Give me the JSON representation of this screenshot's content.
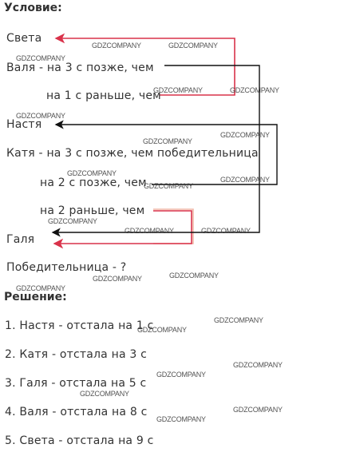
{
  "condition": {
    "heading": "Условие:",
    "lines": [
      "Света",
      "Валя - на 3 с позже, чем",
      "на 1 с раньше, чем",
      "Настя",
      "Катя - на 3 с позже, чем победительница",
      "на 2 с позже, чем",
      "на 2 раньше, чем",
      "Галя",
      "Победительница - ?"
    ]
  },
  "solution": {
    "heading": "Решение:",
    "lines": [
      "1. Настя - отстала на 1 с",
      "2. Катя - отстала на 3 с",
      "3. Галя - отстала на 5 с",
      "4. Валя - отстала на 8 с",
      "5. Света - отстала на 9 с"
    ]
  },
  "watermark": "GDZCOMPANY",
  "colors": {
    "red_arrow": "#d9324a",
    "black_arrow": "#111111",
    "faint_box": "#f2b8a8"
  }
}
